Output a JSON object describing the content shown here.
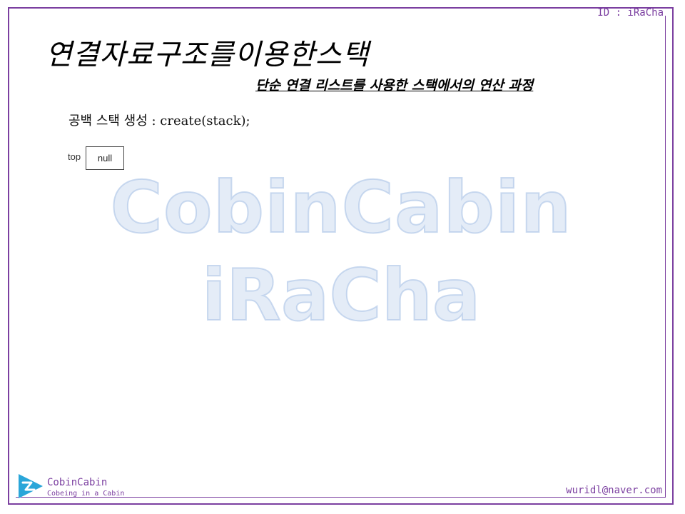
{
  "header": {
    "id_label": "ID : iRaCha"
  },
  "slide": {
    "title": "연결자료구조를이용한스택",
    "subtitle": "단순 연결 리스트를 사용한 스택에서의 연산 과정",
    "operation": "공백 스택 생성 : create(stack);",
    "diagram": {
      "pointer_label": "top",
      "node_value": "null"
    }
  },
  "watermark": {
    "line1": "CobinCabin",
    "line2": "iRaCha"
  },
  "footer": {
    "logo_name": "CobinCabin",
    "logo_tagline": "Cobeing in a Cabin",
    "email": "wuridl@naver.com"
  },
  "colors": {
    "frame": "#7b3fa0",
    "logo": "#2aa6d9",
    "watermark": "#cddcf0"
  }
}
